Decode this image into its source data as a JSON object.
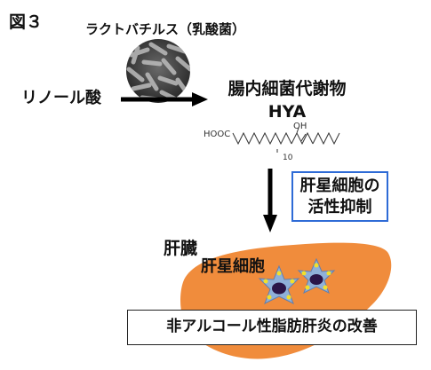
{
  "figure_label": "図３",
  "bacteria": {
    "label": "ラクトバチルス（乳酸菌）",
    "icon": "bacteria-micrograph-icon"
  },
  "substrate": {
    "label": "リノール酸"
  },
  "metabolite": {
    "line1": "腸内細菌代謝物",
    "line2": "HYA"
  },
  "molecule": {
    "left_group": "HOOC",
    "top_group": "OH",
    "chain_count": "10"
  },
  "effect": {
    "line1": "肝星細胞の",
    "line2": "活性抑制",
    "border_color": "#2e6bd6"
  },
  "organ": {
    "label": "肝臓",
    "fill_color": "#f08c3c"
  },
  "cells": {
    "label": "肝星細胞",
    "body_color": "#8fb0d8",
    "nucleus_color": "#2a1548",
    "dot_color": "#f2e02a"
  },
  "result": {
    "label": "非アルコール性脂肪肝炎の改善"
  }
}
